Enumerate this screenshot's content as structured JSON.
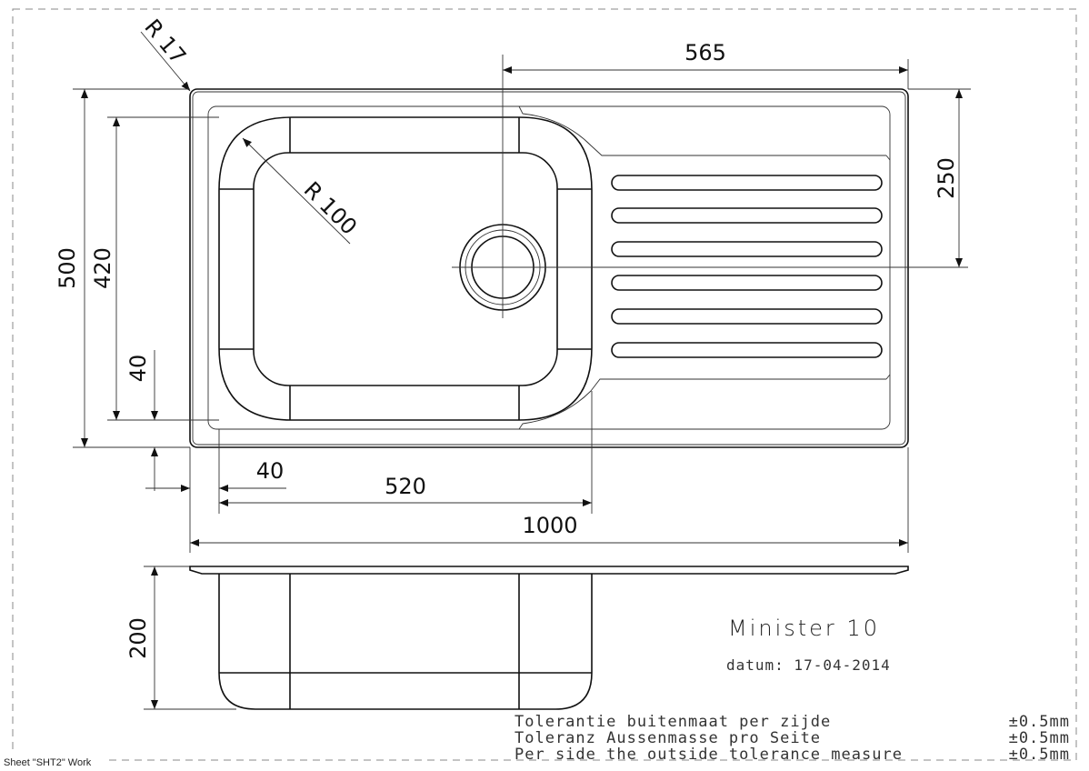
{
  "drawing": {
    "title": "Minister 10",
    "date": "datum: 17-04-2014",
    "sheet_label": "Sheet \"SHT2\" Work",
    "dimensions": {
      "corner_radius": "R 17",
      "bowl_radius": "R 100",
      "overall_width": "1000",
      "overall_depth": "500",
      "bowl_width": "520",
      "bowl_depth": "420",
      "offset_left": "40",
      "offset_bottom": "40",
      "drain_from_right": "565",
      "drain_from_top": "250",
      "bowl_height": "200"
    },
    "tolerances": [
      {
        "text": "Tolerantie buitenmaat per zijde",
        "value": "±0.5mm"
      },
      {
        "text": "Toleranz Aussenmasse pro Seite",
        "value": "±0.5mm"
      },
      {
        "text": "Per side the outside tolerance measure",
        "value": "±0.5mm"
      }
    ]
  }
}
